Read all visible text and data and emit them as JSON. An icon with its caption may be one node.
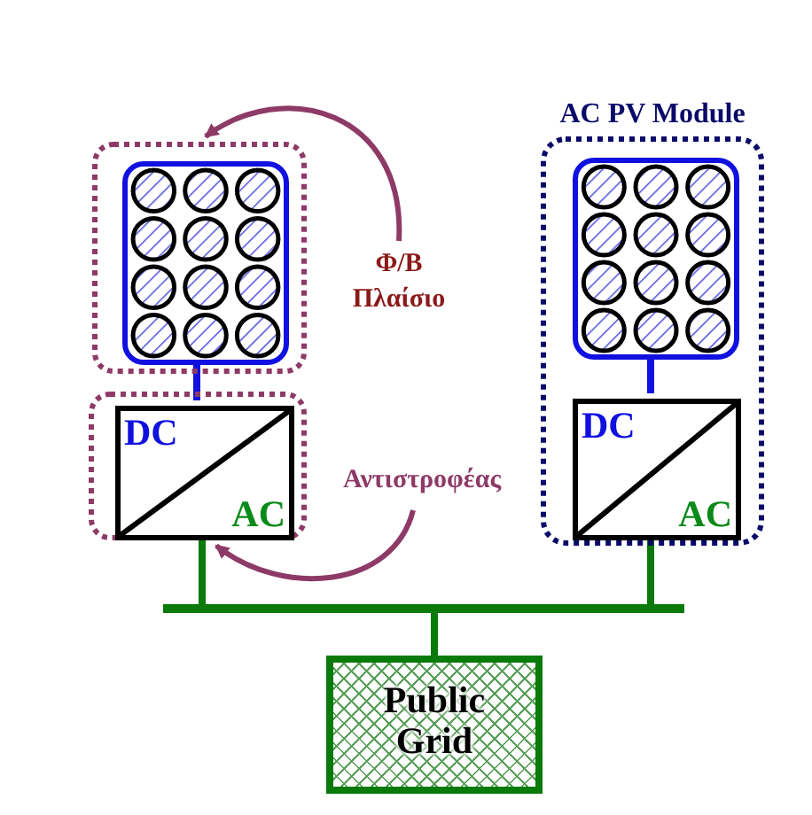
{
  "diagram": {
    "nodes": [
      {
        "text": [],
        "shape": "box"
      },
      {
        "text": [],
        "shape": "box",
        "in": 0
      },
      {
        "text": [],
        "shape": "box"
      },
      {
        "text": [
          "DC",
          "AC"
        ],
        "in": 2
      },
      {
        "text": [
          "Φ/Β Πλαίσιο"
        ]
      },
      {
        "text": [
          "Αντιστροφέας"
        ]
      },
      {
        "text": [
          "AC PV Module"
        ]
      },
      {
        "text": [],
        "shape": "box",
        "in": 6
      },
      {
        "text": [
          "DC",
          "AC"
        ],
        "in": 6
      },
      {
        "text": [],
        "shape": "bar"
      },
      {
        "text": [
          "Public Grid"
        ]
      }
    ],
    "edges": [
      {
        "from": 4,
        "to": 0,
        "arrow": "to",
        "color": "#8e3a66"
      },
      {
        "from": 5,
        "to": 2,
        "arrow": "to",
        "color": "#8e3a66"
      },
      {
        "from": 1,
        "to": 3,
        "arrow": "none",
        "color": "#1010e0"
      },
      {
        "from": 7,
        "to": 8,
        "arrow": "none",
        "color": "#1010e0"
      },
      {
        "from": 3,
        "to": 9,
        "arrow": "none"
      },
      {
        "from": 8,
        "to": 9,
        "arrow": "none"
      },
      {
        "from": 9,
        "to": 10,
        "arrow": "none"
      }
    ]
  }
}
